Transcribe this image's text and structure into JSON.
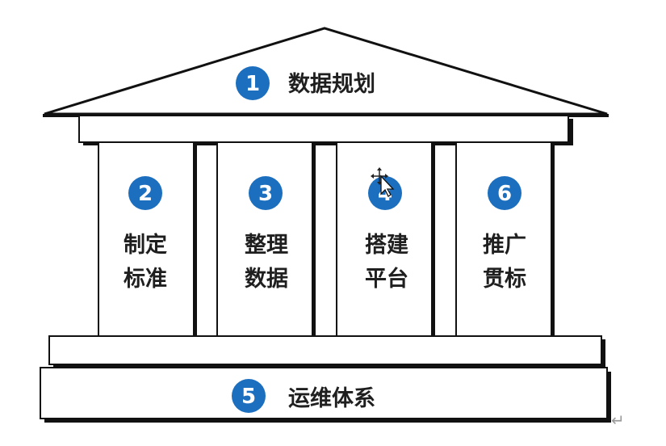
{
  "roof": {
    "number": "1",
    "label": "数据规划"
  },
  "pillars": [
    {
      "number": "2",
      "line1": "制定",
      "line2": "标准"
    },
    {
      "number": "3",
      "line1": "整理",
      "line2": "数据"
    },
    {
      "number": "4",
      "line1": "搭建",
      "line2": "平台"
    },
    {
      "number": "6",
      "line1": "推广",
      "line2": "贯标"
    }
  ],
  "base": {
    "number": "5",
    "label": "运维体系"
  },
  "return_mark": "↵",
  "colors": {
    "badge": "#1c6fbf",
    "stroke": "#111111",
    "fill": "#ffffff"
  }
}
